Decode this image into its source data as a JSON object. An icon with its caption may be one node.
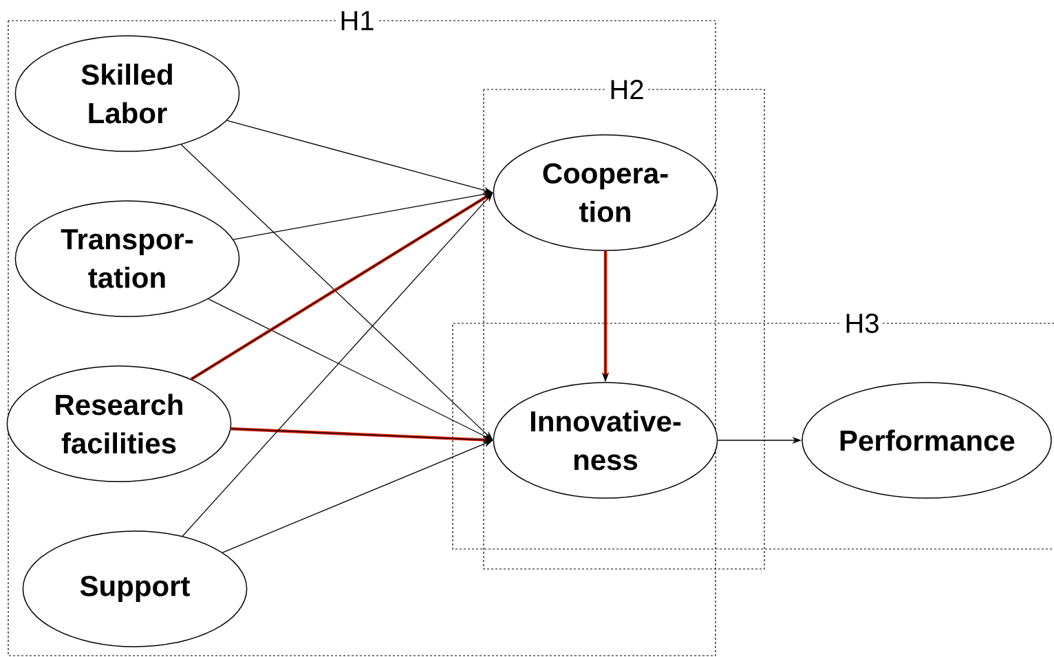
{
  "diagram": {
    "nodes": [
      {
        "text": [
          "Skilled Labor"
        ]
      },
      {
        "text": [
          "Transpor- tation"
        ]
      },
      {
        "text": [
          "Research facilities"
        ]
      },
      {
        "text": [
          "Support"
        ]
      },
      {
        "text": [
          "Coopera- tion"
        ]
      },
      {
        "text": [
          "Innovative- ness"
        ]
      },
      {
        "text": [
          "Performance"
        ]
      }
    ],
    "edges": [
      {
        "from": 0,
        "to": 4,
        "arrow": "to"
      },
      {
        "from": 0,
        "to": 5,
        "arrow": "to"
      },
      {
        "from": 1,
        "to": 4,
        "arrow": "to"
      },
      {
        "from": 1,
        "to": 5,
        "arrow": "to"
      },
      {
        "from": 2,
        "to": 4,
        "arrow": "to",
        "style": "thick",
        "color": "#d42000"
      },
      {
        "from": 2,
        "to": 5,
        "arrow": "to",
        "style": "thick",
        "color": "#d42000"
      },
      {
        "from": 3,
        "to": 4,
        "arrow": "to"
      },
      {
        "from": 3,
        "to": 5,
        "arrow": "to"
      },
      {
        "from": 4,
        "to": 5,
        "arrow": "to",
        "style": "thick",
        "color": "#d42000"
      },
      {
        "from": 5,
        "to": 6,
        "arrow": "to"
      }
    ],
    "labels": [
      "H1",
      "H2",
      "H3"
    ]
  }
}
